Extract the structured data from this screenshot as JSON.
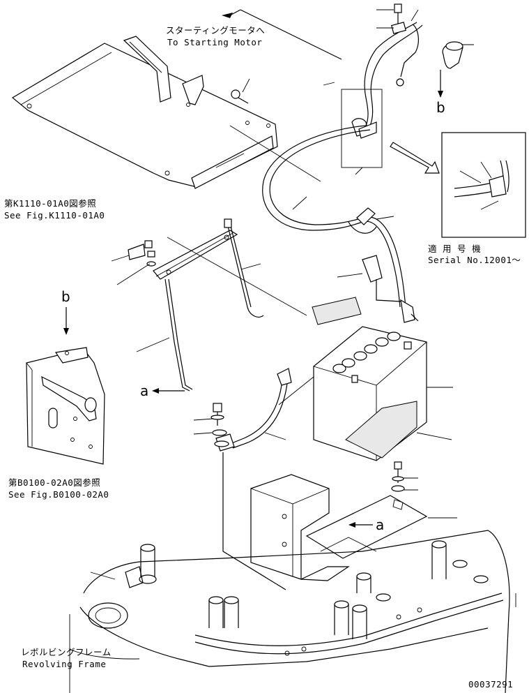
{
  "labels": {
    "starting_motor_jp": "スターティングモータへ",
    "starting_motor_en": "To Starting Motor",
    "ref_k1110_jp": "第K1110-01A0図参照",
    "ref_k1110_en": "See Fig.K1110-01A0",
    "serial_jp": "適 用 号 機",
    "serial_en": "Serial No.12001～",
    "ref_b0100_jp": "第B0100-02A0図参照",
    "ref_b0100_en": "See Fig.B0100-02A0",
    "frame_jp": "レボルビングフレーム",
    "frame_en": "Revolving Frame",
    "drawing_number": "00037291"
  },
  "callouts": {
    "b_top": "b",
    "b_left": "b",
    "a_left": "a",
    "a_right": "a"
  }
}
